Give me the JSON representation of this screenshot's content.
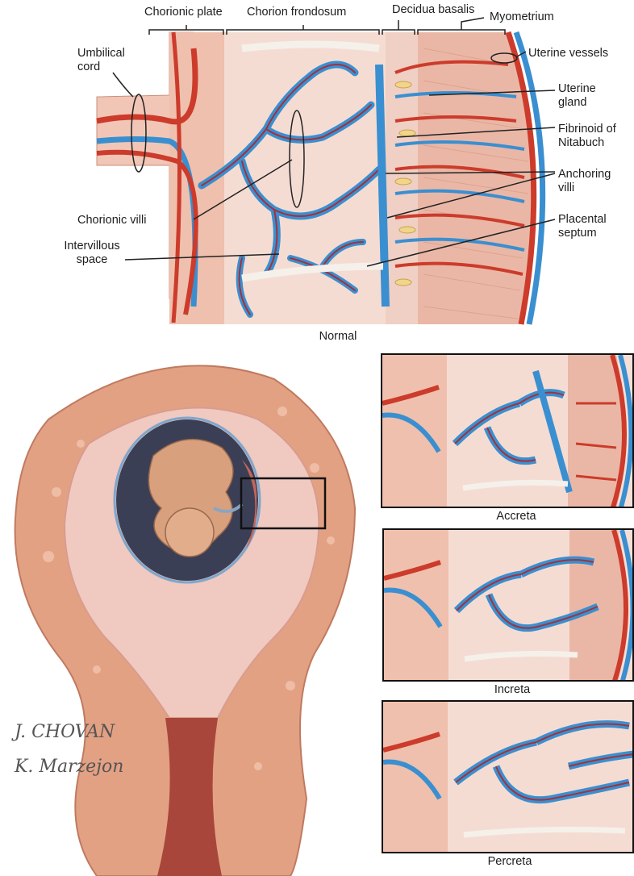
{
  "top_panel": {
    "caption": "Normal",
    "labels": {
      "chorionic_plate": "Chorionic plate",
      "chorion_frondosum": "Chorion frondosum",
      "decidua_basalis": "Decidua basalis",
      "myometrium": "Myometrium",
      "uterine_vessels": "Uterine vessels",
      "umbilical_cord": "Umbilical\ncord",
      "uterine_gland": "Uterine\ngland",
      "fibrinoid": "Fibrinoid of\nNitabuch",
      "anchoring_villi": "Anchoring\nvilli",
      "chorionic_villi": "Chorionic villi",
      "placental_septum": "Placental\nseptum",
      "intervillous_space": "Intervillous\nspace"
    }
  },
  "insets": [
    {
      "caption": "Accreta"
    },
    {
      "caption": "Increta"
    },
    {
      "caption": "Percreta"
    }
  ],
  "signatures": {
    "line1": "J. CHOVAN",
    "line2": "K. Marzejon"
  },
  "colors": {
    "artery": "#cc3b2b",
    "vein": "#3a8fd0",
    "tissue": "#f2cfc2",
    "myometrium": "#eab7a6",
    "uterus": "#e3a184"
  }
}
